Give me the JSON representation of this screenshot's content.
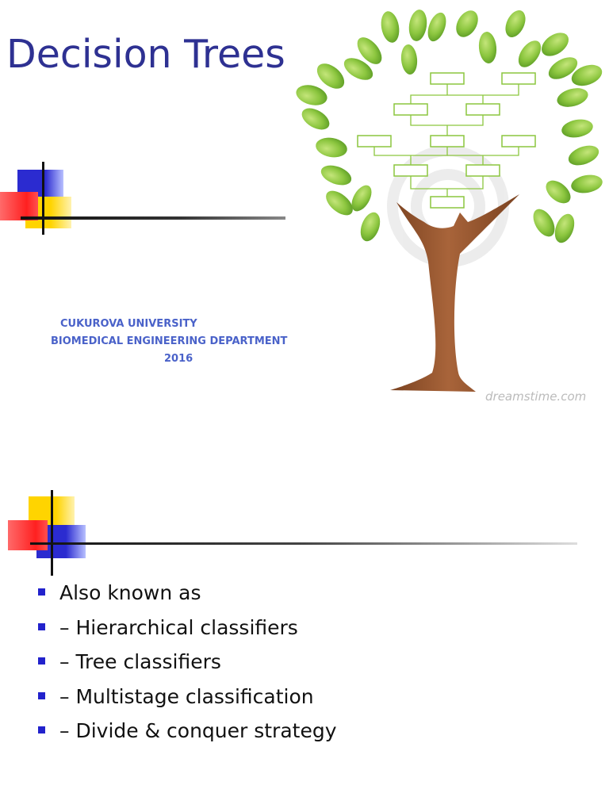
{
  "slide1": {
    "title": "Decision Trees",
    "subtitle": {
      "line1": "CUKUROVA  UNIVERSITY",
      "line2": "BIOMEDICAL ENGINEERING DEPARTMENT",
      "line3": "2016"
    },
    "watermark": "dreamstime.com"
  },
  "slide2": {
    "bullets": [
      "Also known as",
      "– Hierarchical classifiers",
      "– Tree classifiers",
      "– Multistage classification",
      "– Divide & conquer strategy"
    ]
  },
  "colors": {
    "title": "#2e3192",
    "subtitle": "#4a62c9",
    "bullet": "#2222cc",
    "deco_blue": "#2b2bd0",
    "deco_yellow": "#ffd400",
    "deco_red": "#ff2020",
    "leaf": "#8cc63f",
    "trunk": "#9b5a2e"
  }
}
